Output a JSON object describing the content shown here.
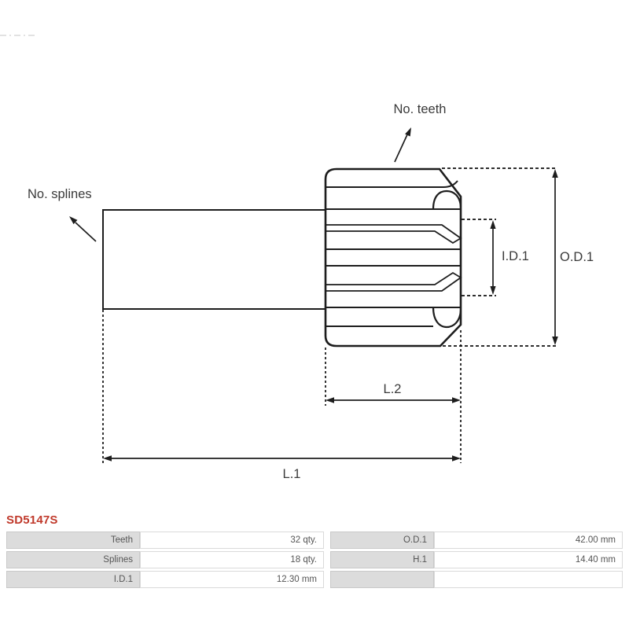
{
  "page": {
    "background": "#ffffff"
  },
  "product": {
    "code": "SD5147S"
  },
  "diagram": {
    "labels": {
      "teeth": "No. teeth",
      "splines": "No. splines",
      "inner_diameter": "I.D.1",
      "outer_diameter": "O.D.1",
      "length_pinion": "L.2",
      "length_total": "L.1"
    },
    "colors": {
      "line": "#1d1d1d",
      "text": "#3a3a3a"
    }
  },
  "spec_table": {
    "rows": [
      {
        "c0": "Teeth",
        "c1": "32 qty.",
        "c2": "O.D.1",
        "c3": "42.00 mm"
      },
      {
        "c0": "Splines",
        "c1": "18 qty.",
        "c2": "H.1",
        "c3": "14.40 mm"
      },
      {
        "c0": "I.D.1",
        "c1": "12.30 mm",
        "c2": "",
        "c3": ""
      }
    ]
  },
  "colors": {
    "accent": "#c0392b",
    "cell_gray": "#dcdcdc",
    "cell_border": "#c9c9c9",
    "value_border": "#dadada",
    "cell_text": "#555555"
  }
}
